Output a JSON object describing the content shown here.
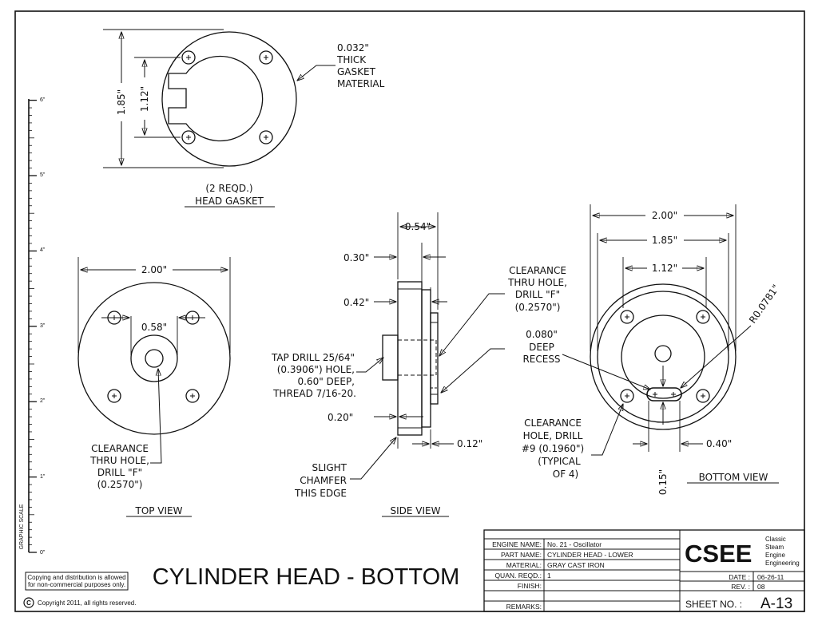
{
  "drawing_title": "CYLINDER HEAD - BOTTOM",
  "head_gasket": {
    "view_title": "HEAD GASKET",
    "qty": "(2 REQD.)",
    "dims": {
      "outer": "1.85\"",
      "inner": "1.12\""
    },
    "note": [
      "0.032\"",
      "THICK",
      "GASKET",
      "MATERIAL"
    ]
  },
  "top_view": {
    "view_title": "TOP VIEW",
    "dims": {
      "width": "2.00\"",
      "center": "0.58\""
    },
    "note": [
      "CLEARANCE",
      "THRU HOLE,",
      "DRILL \"F\"",
      "(0.2570\")"
    ]
  },
  "side_view": {
    "view_title": "SIDE VIEW",
    "dims": {
      "d054": "0.54\"",
      "d030": "0.30\"",
      "d042": "0.42\"",
      "d020": "0.20\"",
      "d012": "0.12\""
    },
    "tap_note": [
      "TAP DRILL 25/64\"",
      "(0.3906\") HOLE,",
      "0.60\" DEEP,",
      "THREAD 7/16-20."
    ],
    "chamfer_note": [
      "SLIGHT",
      "CHAMFER",
      "THIS EDGE"
    ],
    "clearance_note": [
      "CLEARANCE",
      "THRU HOLE,",
      "DRILL \"F\"",
      "(0.2570\")"
    ],
    "recess_note": [
      "0.080\"",
      "DEEP",
      "RECESS"
    ]
  },
  "bottom_view": {
    "view_title": "BOTTOM VIEW",
    "dims": {
      "d200": "2.00\"",
      "d185": "1.85\"",
      "d112": "1.12\"",
      "d040": "0.40\"",
      "d015": "0.15\"",
      "radius": "R0.0781\""
    },
    "hole_note": [
      "CLEARANCE",
      "HOLE, DRILL",
      "#9 (0.1960\")",
      "(TYPICAL",
      "OF 4)"
    ]
  },
  "scale": {
    "label": "GRAPHIC SCALE",
    "ticks": [
      "0\"",
      "1\"",
      "2\"",
      "3\"",
      "4\"",
      "5\"",
      "6\""
    ]
  },
  "copyright": {
    "box": [
      "Copying and distribution is allowed",
      "for non-commercial purposes only."
    ],
    "symbol": "C",
    "line": "Copyright 2011, all rights reserved."
  },
  "title_block": {
    "rows": [
      {
        "label": "ENGINE NAME:",
        "value": "No. 21 - Oscillator"
      },
      {
        "label": "PART NAME:",
        "value": "CYLINDER HEAD - LOWER"
      },
      {
        "label": "MATERIAL:",
        "value": "GRAY CAST IRON"
      },
      {
        "label": "QUAN. REQD.:",
        "value": "1"
      },
      {
        "label": "FINISH:",
        "value": ""
      },
      {
        "label": "",
        "value": ""
      },
      {
        "label": "REMARKS:",
        "value": ""
      }
    ],
    "logo": "CSEE",
    "logo_expansion": [
      "Classic",
      "Steam",
      "Engine",
      "Engineering"
    ],
    "date_label": "DATE :",
    "date_value": "06-26-11",
    "rev_label": "REV. :",
    "rev_value": "08",
    "sheet_label": "SHEET NO. :",
    "sheet_value": "A-13"
  }
}
